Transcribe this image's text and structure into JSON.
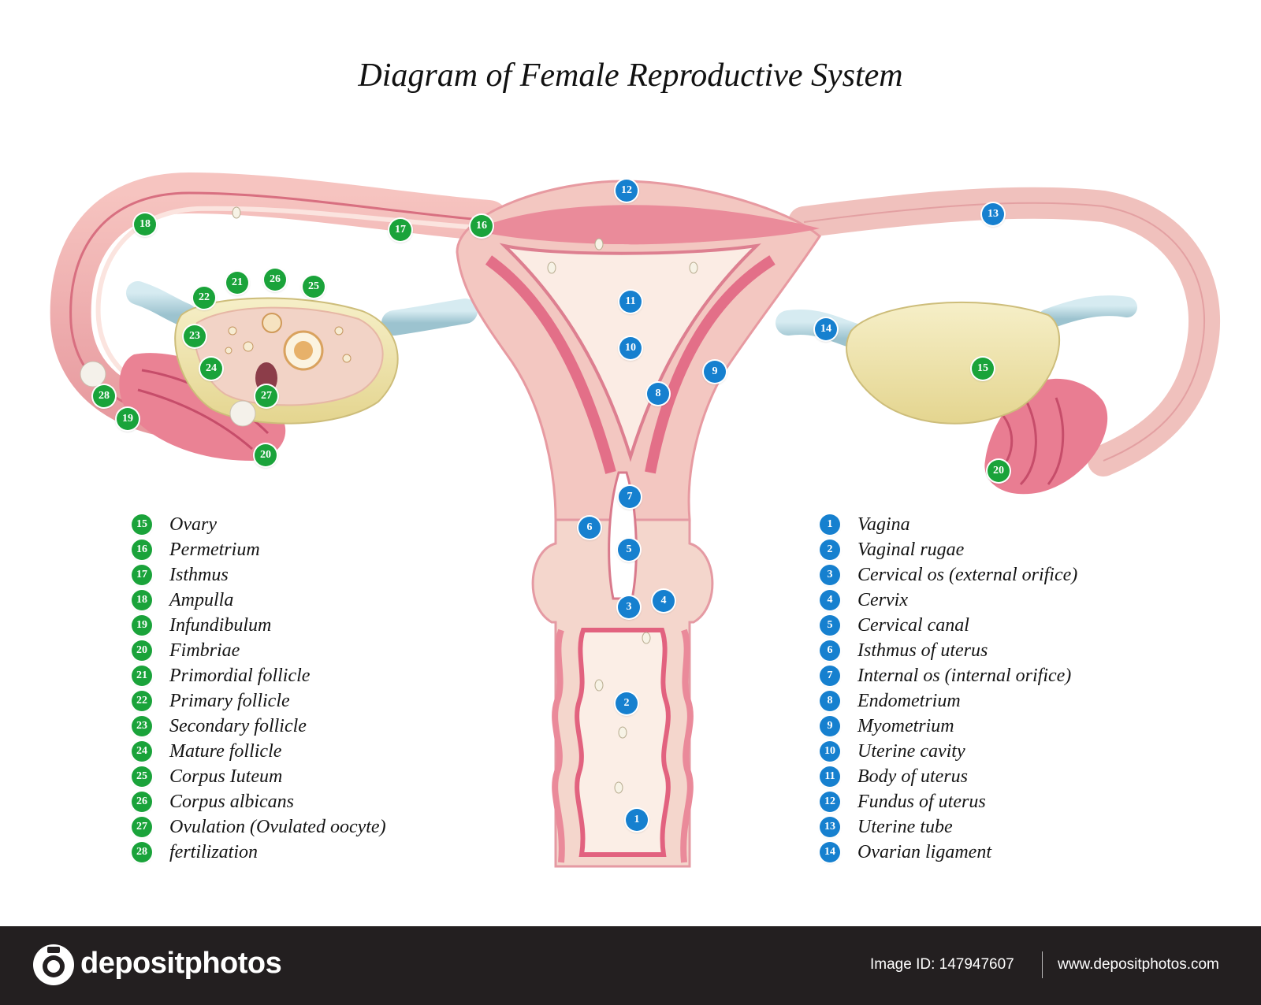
{
  "title": "Diagram of Female Reproductive System",
  "colors": {
    "green_badge": "#1aa33a",
    "blue_badge": "#1680cf",
    "tissue_pink": "#e9909c",
    "ovary_cream": "#f0e6b4",
    "ligament_blue": "#bcd9e2",
    "footer_bg": "#231f20"
  },
  "left_legend": [
    {
      "number": "15",
      "label": "Ovary"
    },
    {
      "number": "16",
      "label": "Permetrium"
    },
    {
      "number": "17",
      "label": "Isthmus"
    },
    {
      "number": "18",
      "label": "Ampulla"
    },
    {
      "number": "19",
      "label": "Infundibulum"
    },
    {
      "number": "20",
      "label": "Fimbriae"
    },
    {
      "number": "21",
      "label": "Primordial follicle"
    },
    {
      "number": "22",
      "label": "Primary follicle"
    },
    {
      "number": "23",
      "label": "Secondary follicle"
    },
    {
      "number": "24",
      "label": "Mature follicle"
    },
    {
      "number": "25",
      "label": "Corpus Iuteum"
    },
    {
      "number": "26",
      "label": "Corpus albicans"
    },
    {
      "number": "27",
      "label": "Ovulation (Ovulated oocyte)"
    },
    {
      "number": "28",
      "label": "fertilization"
    }
  ],
  "right_legend": [
    {
      "number": "1",
      "label": "Vagina"
    },
    {
      "number": "2",
      "label": "Vaginal rugae"
    },
    {
      "number": "3",
      "label": "Cervical os (external orifice)"
    },
    {
      "number": "4",
      "label": "Cervix"
    },
    {
      "number": "5",
      "label": "Cervical canal"
    },
    {
      "number": "6",
      "label": "Isthmus of uterus"
    },
    {
      "number": "7",
      "label": "Internal os (internal orifice)"
    },
    {
      "number": "8",
      "label": "Endometrium"
    },
    {
      "number": "9",
      "label": "Myometrium"
    },
    {
      "number": "10",
      "label": "Uterine cavity"
    },
    {
      "number": "11",
      "label": "Body of uterus"
    },
    {
      "number": "12",
      "label": "Fundus of uterus"
    },
    {
      "number": "13",
      "label": "Uterine tube"
    },
    {
      "number": "14",
      "label": "Ovarian ligament"
    }
  ],
  "callouts": [
    {
      "number": "12",
      "color": "blue"
    },
    {
      "number": "13",
      "color": "blue"
    },
    {
      "number": "11",
      "color": "blue"
    },
    {
      "number": "10",
      "color": "blue"
    },
    {
      "number": "14",
      "color": "blue"
    },
    {
      "number": "9",
      "color": "blue"
    },
    {
      "number": "8",
      "color": "blue"
    },
    {
      "number": "7",
      "color": "blue"
    },
    {
      "number": "6",
      "color": "blue"
    },
    {
      "number": "5",
      "color": "blue"
    },
    {
      "number": "4",
      "color": "blue"
    },
    {
      "number": "3",
      "color": "blue"
    },
    {
      "number": "2",
      "color": "blue"
    },
    {
      "number": "1",
      "color": "blue"
    },
    {
      "number": "15",
      "color": "green"
    },
    {
      "number": "20",
      "color": "green"
    },
    {
      "number": "16",
      "color": "green"
    },
    {
      "number": "17",
      "color": "green"
    },
    {
      "number": "18",
      "color": "green"
    },
    {
      "number": "22",
      "color": "green"
    },
    {
      "number": "21",
      "color": "green"
    },
    {
      "number": "26",
      "color": "green"
    },
    {
      "number": "25",
      "color": "green"
    },
    {
      "number": "23",
      "color": "green"
    },
    {
      "number": "24",
      "color": "green"
    },
    {
      "number": "27",
      "color": "green"
    },
    {
      "number": "28",
      "color": "green"
    },
    {
      "number": "19",
      "color": "green"
    },
    {
      "number": "20",
      "color": "green"
    }
  ],
  "footer": {
    "brand": "depositphotos",
    "image_id": "Image ID: 147947607",
    "url": "www.depositphotos.com"
  }
}
